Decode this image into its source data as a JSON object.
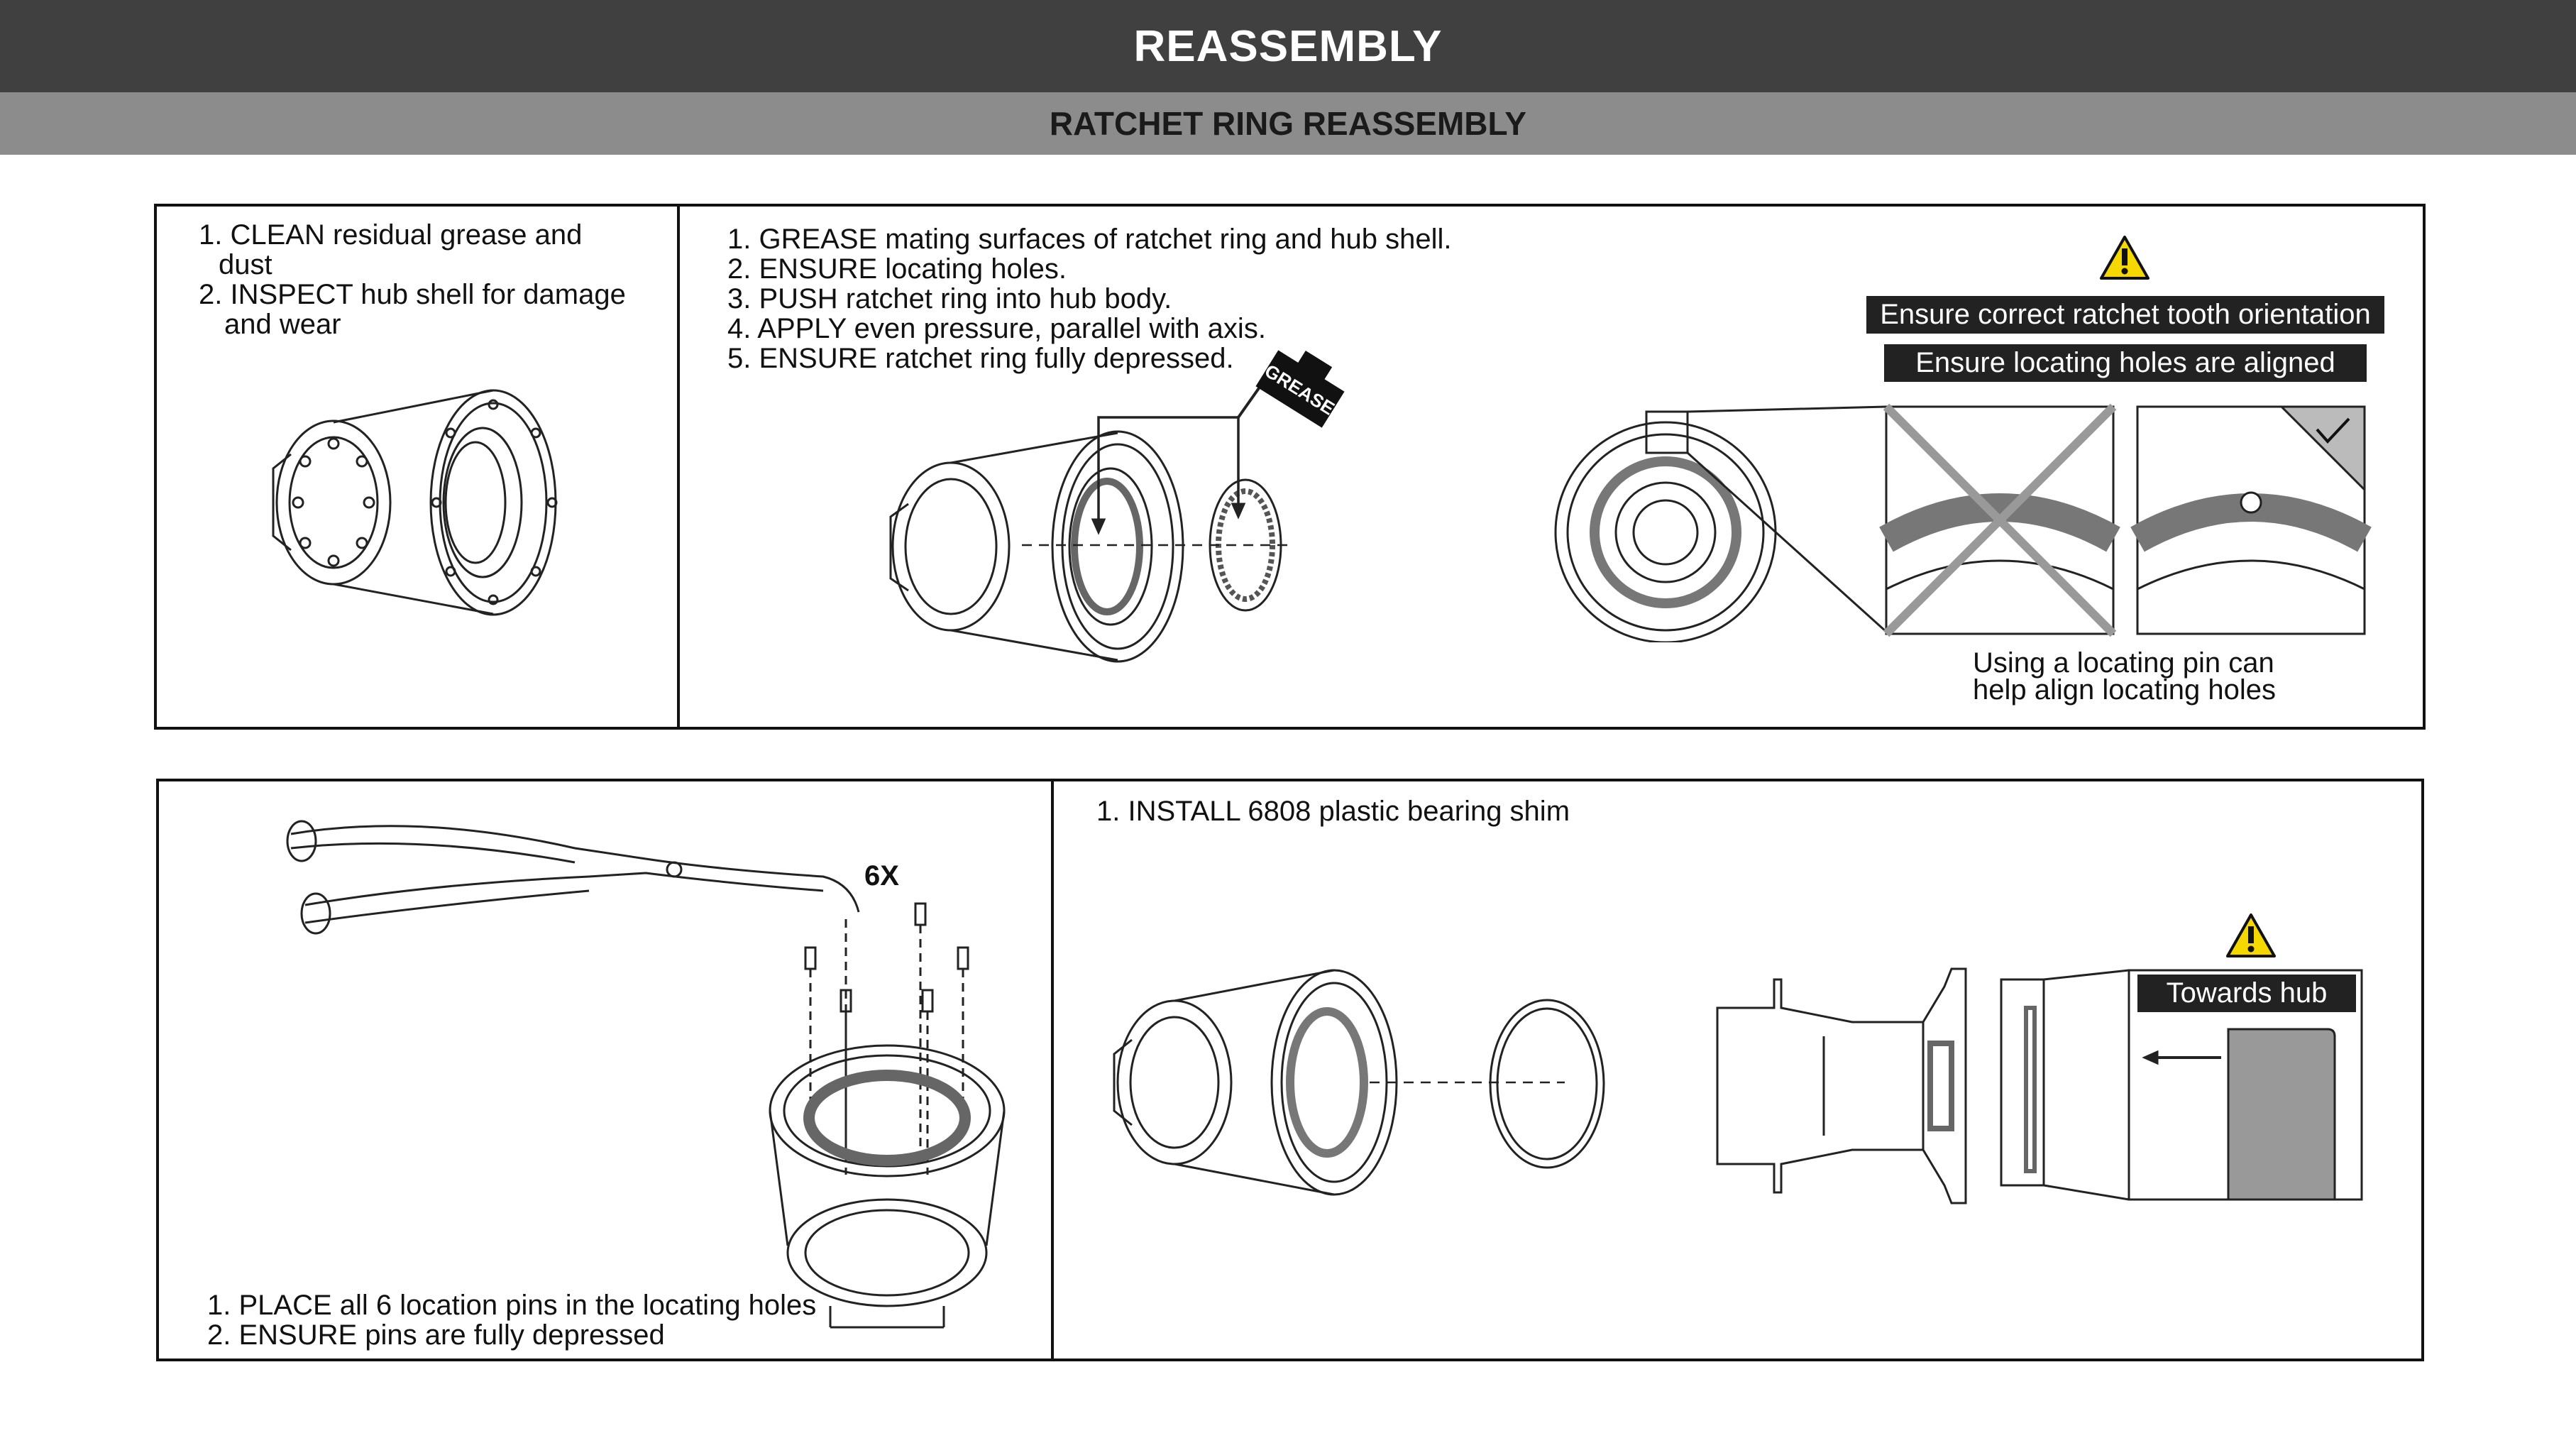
{
  "header": {
    "title": "REASSEMBLY",
    "subtitle": "RATCHET RING REASSEMBLY"
  },
  "panel1": {
    "left_steps": [
      {
        "num": "1.",
        "text": "CLEAN residual grease and",
        "cont": "dust"
      },
      {
        "num": "2.",
        "text": "INSPECT hub shell for damage",
        "cont": "and wear"
      }
    ],
    "mid_steps": [
      "1. GREASE mating surfaces of ratchet ring and hub shell.",
      "2. ENSURE locating holes.",
      "3. PUSH ratchet ring into hub body.",
      "4. APPLY even pressure, parallel with axis.",
      "5. ENSURE ratchet ring fully depressed."
    ],
    "grease_label": "GREASE",
    "label_tooth": "Ensure correct ratchet tooth orientation",
    "label_holes": "Ensure locating holes are aligned",
    "note_line1": "Using a locating pin can",
    "note_line2": "help align locating holes"
  },
  "panel2": {
    "multiplier": "6X",
    "left_steps": [
      "1. PLACE all 6 location pins in the locating holes",
      "2. ENSURE pins are fully depressed"
    ],
    "right_steps": [
      "1. INSTALL 6808 plastic bearing shim"
    ],
    "label_towards": "Towards hub"
  },
  "colors": {
    "title_bg": "#404040",
    "subtitle_bg": "#8c8c8c",
    "label_bg": "#222222",
    "warning": "#f5d800"
  }
}
